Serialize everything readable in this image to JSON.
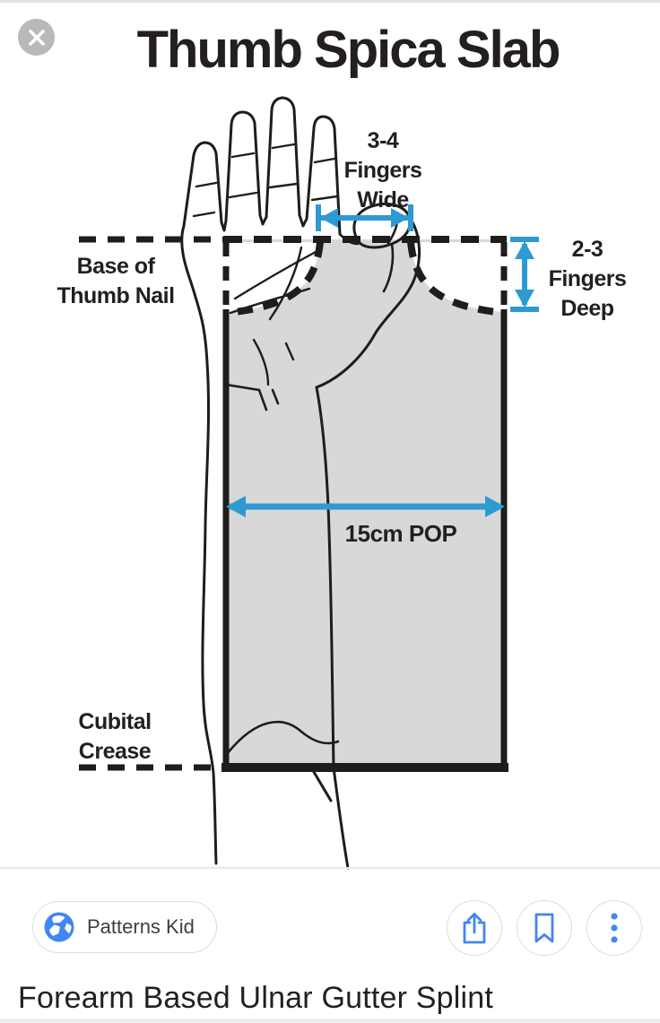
{
  "lightbox": {
    "close_icon": "close-icon"
  },
  "image": {
    "title": "Thumb Spica Slab",
    "labels": {
      "fingers_wide": "3-4\nFingers\nWide",
      "fingers_deep": "2-3\nFingers\nDeep",
      "base_of_thumb_nail": "Base of\nThumb Nail",
      "pop_width": "15cm POP",
      "cubital_crease": "Cubital\nCrease"
    },
    "colors": {
      "arrow_blue": "#2e9ad2",
      "slab_gray": "#d8d8d8",
      "ink_black": "#1d1d1b"
    }
  },
  "footer": {
    "source_chip_label": "Patterns Kid",
    "caption": "Forearm Based Ulnar Gutter Splint",
    "accent_blue": "#4285f4",
    "icons": {
      "chip": "globe-icon",
      "share": "share-icon",
      "save": "bookmark-icon",
      "more": "more-vertical-icon"
    }
  }
}
